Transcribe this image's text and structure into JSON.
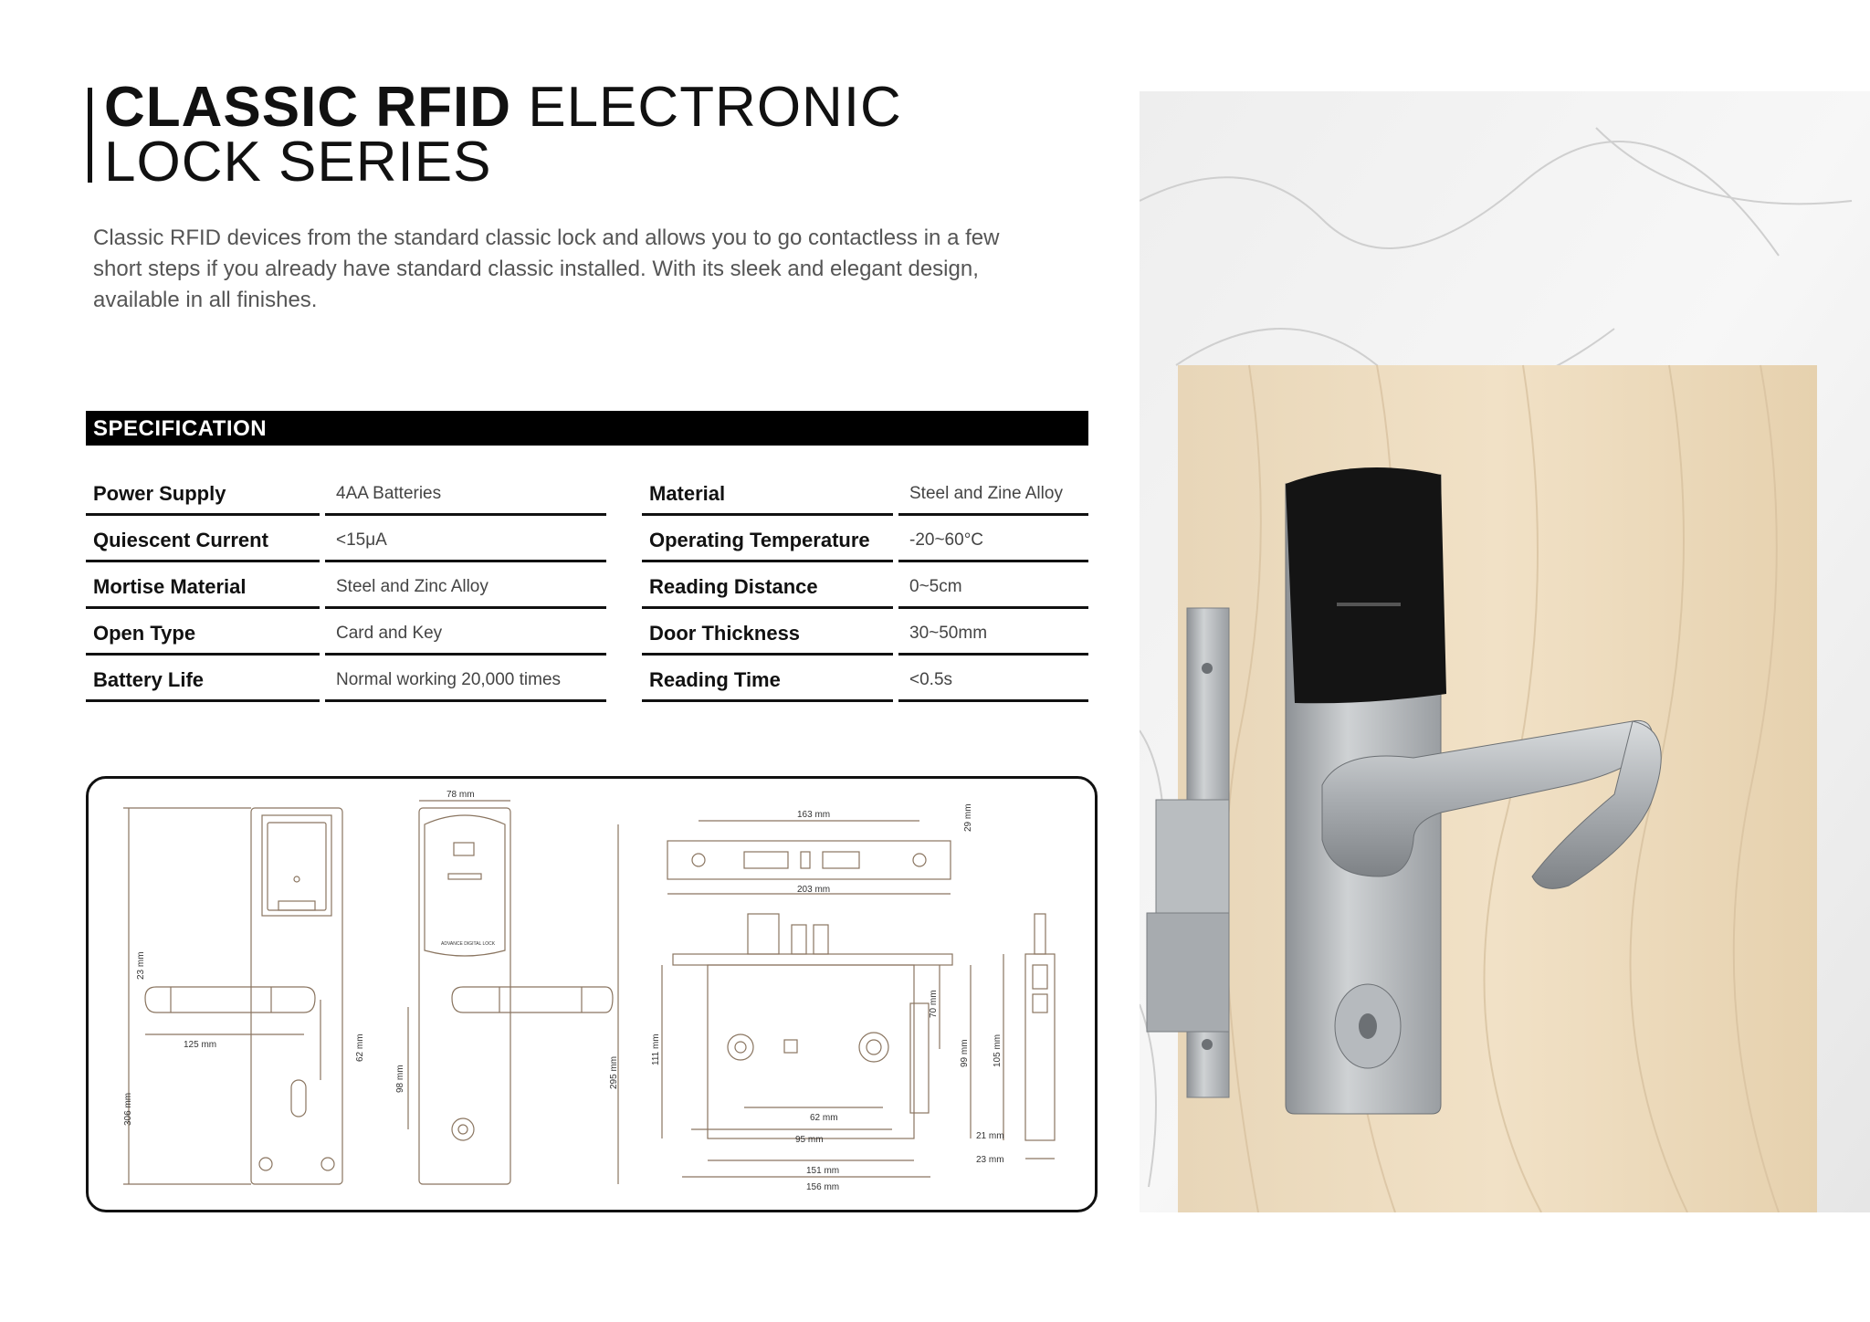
{
  "title": {
    "line1_bold": "CLASSIC RFID",
    "line1_light": " ELECTRONIC",
    "line2": "LOCK SERIES"
  },
  "intro": "Classic RFID devices from the standard classic lock and allows you to go contactless in a few short steps if you already have standard classic installed. With its sleek and elegant design, available in all finishes.",
  "specification": {
    "heading": "SPECIFICATION",
    "left": [
      {
        "label": "Power Supply",
        "value": "4AA Batteries"
      },
      {
        "label": "Quiescent Current",
        "value": "<15μA"
      },
      {
        "label": "Mortise Material",
        "value": "Steel and Zinc Alloy"
      },
      {
        "label": "Open Type",
        "value": "Card and Key"
      },
      {
        "label": "Battery Life",
        "value": "Normal working 20,000 times"
      }
    ],
    "right": [
      {
        "label": "Material",
        "value": "Steel and Zine Alloy"
      },
      {
        "label": "Operating Temperature",
        "value": "-20~60°C"
      },
      {
        "label": "Reading Distance",
        "value": "0~5cm"
      },
      {
        "label": "Door Thickness",
        "value": "30~50mm"
      },
      {
        "label": "Reading Time",
        "value": "<0.5s"
      }
    ]
  },
  "drawing": {
    "dims": {
      "d78": "78 mm",
      "d23": "23 mm",
      "d125": "125 mm",
      "d62v": "62 mm",
      "d306": "306 mm",
      "d98": "98 mm",
      "d295": "295 mm",
      "d163": "163 mm",
      "d29": "29 mm",
      "d203": "203 mm",
      "d111": "111 mm",
      "d70": "70 mm",
      "d99": "99 mm",
      "d105": "105 mm",
      "d62h": "62 mm",
      "d95": "95 mm",
      "d151": "151 mm",
      "d156": "156 mm",
      "d21": "21 mm",
      "d23b": "23 mm"
    },
    "brand_text": "ADVANCE DIGITAL LOCK"
  },
  "colors": {
    "ink": "#111111",
    "line_drawing": "#8a7560",
    "body_text": "#555555"
  }
}
